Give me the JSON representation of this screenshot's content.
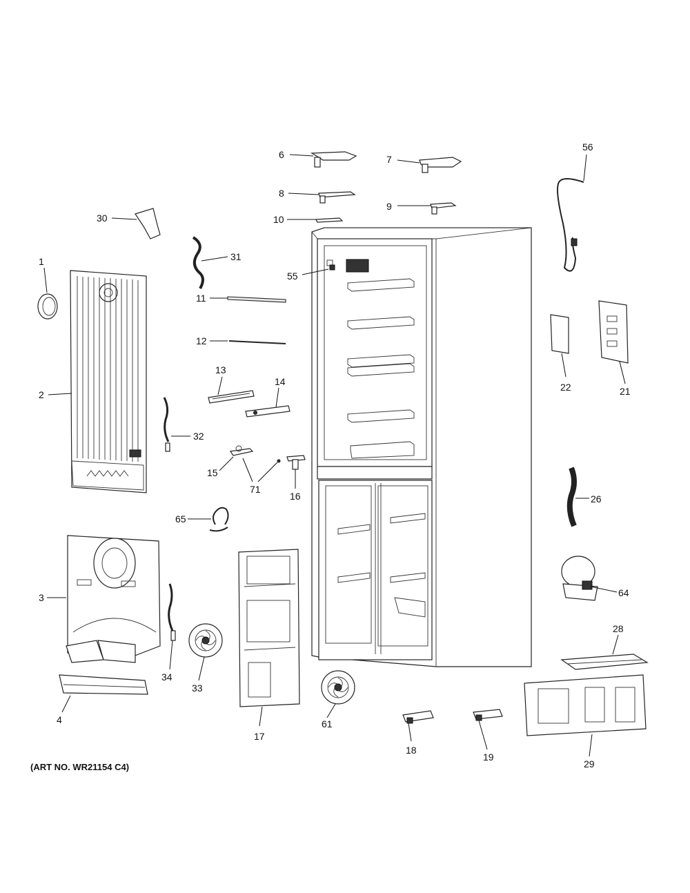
{
  "diagram": {
    "art_number": "(ART NO. WR21154 C4)",
    "callouts": {
      "p1": "1",
      "p2": "2",
      "p3": "3",
      "p4": "4",
      "p6": "6",
      "p7": "7",
      "p8": "8",
      "p9": "9",
      "p10": "10",
      "p11": "11",
      "p12": "12",
      "p13": "13",
      "p14": "14",
      "p15": "15",
      "p16": "16",
      "p17": "17",
      "p18": "18",
      "p19": "19",
      "p21": "21",
      "p22": "22",
      "p26": "26",
      "p28": "28",
      "p29": "29",
      "p30": "30",
      "p31": "31",
      "p32": "32",
      "p33": "33",
      "p34": "34",
      "p55": "55",
      "p56": "56",
      "p61": "61",
      "p64": "64",
      "p65": "65",
      "p71": "71"
    }
  }
}
